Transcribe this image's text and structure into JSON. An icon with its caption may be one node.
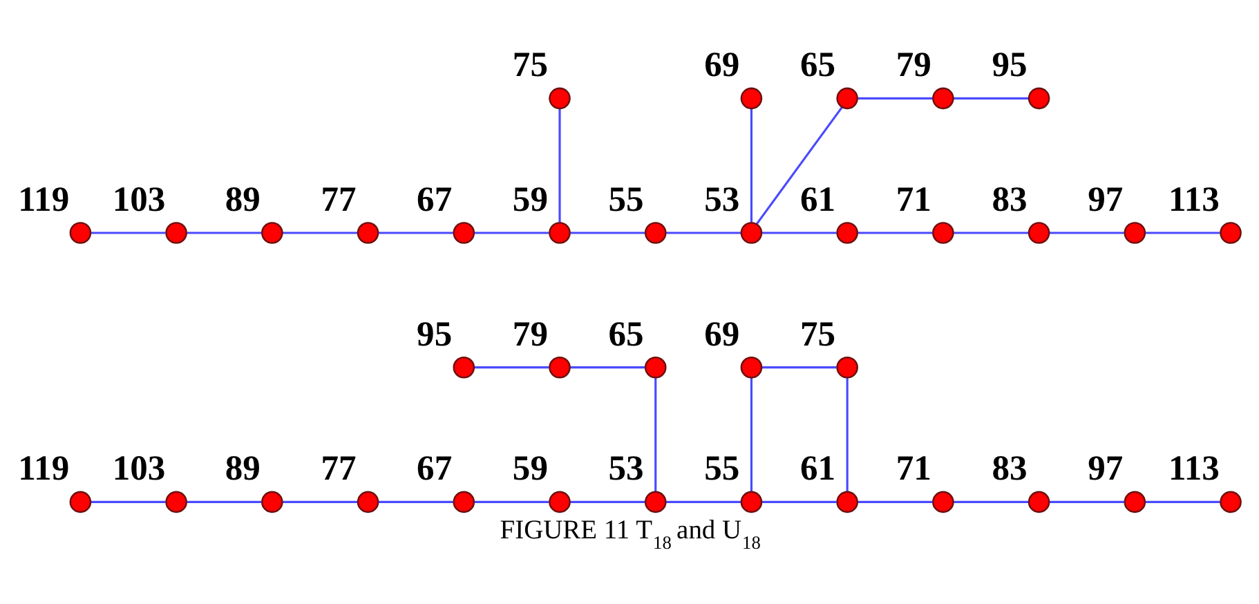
{
  "diagram": {
    "caption": "FIGURE 11 T$_{18}$ and U$_{18}$",
    "nodes": [
      {
        "text": [],
        "shape": "circle",
        "beside": [
          "75"
        ]
      },
      {
        "text": [],
        "shape": "circle",
        "beside": [
          "69"
        ]
      },
      {
        "text": [],
        "shape": "circle",
        "beside": [
          "65"
        ]
      },
      {
        "text": [],
        "shape": "circle",
        "beside": [
          "79"
        ]
      },
      {
        "text": [],
        "shape": "circle",
        "beside": [
          "95"
        ]
      },
      {
        "text": [],
        "shape": "circle",
        "beside": [
          "119"
        ]
      },
      {
        "text": [],
        "shape": "circle",
        "beside": [
          "103"
        ]
      },
      {
        "text": [],
        "shape": "circle",
        "beside": [
          "89"
        ]
      },
      {
        "text": [],
        "shape": "circle",
        "beside": [
          "77"
        ]
      },
      {
        "text": [],
        "shape": "circle",
        "beside": [
          "67"
        ]
      },
      {
        "text": [],
        "shape": "circle",
        "beside": [
          "59"
        ]
      },
      {
        "text": [],
        "shape": "circle",
        "beside": [
          "55"
        ]
      },
      {
        "text": [],
        "shape": "circle",
        "beside": [
          "53"
        ]
      },
      {
        "text": [],
        "shape": "circle",
        "beside": [
          "61"
        ]
      },
      {
        "text": [],
        "shape": "circle",
        "beside": [
          "71"
        ]
      },
      {
        "text": [],
        "shape": "circle",
        "beside": [
          "83"
        ]
      },
      {
        "text": [],
        "shape": "circle",
        "beside": [
          "97"
        ]
      },
      {
        "text": [],
        "shape": "circle",
        "beside": [
          "113"
        ]
      },
      {
        "text": [],
        "shape": "circle",
        "beside": [
          "95"
        ]
      },
      {
        "text": [],
        "shape": "circle",
        "beside": [
          "79"
        ]
      },
      {
        "text": [],
        "shape": "circle",
        "beside": [
          "65"
        ]
      },
      {
        "text": [],
        "shape": "circle",
        "beside": [
          "69"
        ]
      },
      {
        "text": [],
        "shape": "circle",
        "beside": [
          "75"
        ]
      },
      {
        "text": [],
        "shape": "circle",
        "beside": [
          "119"
        ]
      },
      {
        "text": [],
        "shape": "circle",
        "beside": [
          "103"
        ]
      },
      {
        "text": [],
        "shape": "circle",
        "beside": [
          "89"
        ]
      },
      {
        "text": [],
        "shape": "circle",
        "beside": [
          "77"
        ]
      },
      {
        "text": [],
        "shape": "circle",
        "beside": [
          "67"
        ]
      },
      {
        "text": [],
        "shape": "circle",
        "beside": [
          "59"
        ]
      },
      {
        "text": [],
        "shape": "circle",
        "beside": [
          "53"
        ]
      },
      {
        "text": [],
        "shape": "circle",
        "beside": [
          "55"
        ]
      },
      {
        "text": [],
        "shape": "circle",
        "beside": [
          "61"
        ]
      },
      {
        "text": [],
        "shape": "circle",
        "beside": [
          "71"
        ]
      },
      {
        "text": [],
        "shape": "circle",
        "beside": [
          "83"
        ]
      },
      {
        "text": [],
        "shape": "circle",
        "beside": [
          "97"
        ]
      },
      {
        "text": [],
        "shape": "circle",
        "beside": [
          "113"
        ]
      }
    ],
    "edges": [
      {
        "from": 0,
        "to": 10,
        "arrow": "none"
      },
      {
        "from": 1,
        "to": 12,
        "arrow": "none"
      },
      {
        "from": 2,
        "to": 12,
        "arrow": "none"
      },
      {
        "from": 2,
        "to": 3,
        "arrow": "none"
      },
      {
        "from": 3,
        "to": 4,
        "arrow": "none"
      },
      {
        "from": 5,
        "to": 6,
        "arrow": "none"
      },
      {
        "from": 6,
        "to": 7,
        "arrow": "none"
      },
      {
        "from": 7,
        "to": 8,
        "arrow": "none"
      },
      {
        "from": 8,
        "to": 9,
        "arrow": "none"
      },
      {
        "from": 9,
        "to": 10,
        "arrow": "none"
      },
      {
        "from": 10,
        "to": 11,
        "arrow": "none"
      },
      {
        "from": 11,
        "to": 12,
        "arrow": "none"
      },
      {
        "from": 12,
        "to": 13,
        "arrow": "none"
      },
      {
        "from": 13,
        "to": 14,
        "arrow": "none"
      },
      {
        "from": 14,
        "to": 15,
        "arrow": "none"
      },
      {
        "from": 15,
        "to": 16,
        "arrow": "none"
      },
      {
        "from": 16,
        "to": 17,
        "arrow": "none"
      },
      {
        "from": 18,
        "to": 19,
        "arrow": "none"
      },
      {
        "from": 19,
        "to": 20,
        "arrow": "none"
      },
      {
        "from": 20,
        "to": 29,
        "arrow": "none"
      },
      {
        "from": 21,
        "to": 30,
        "arrow": "none"
      },
      {
        "from": 21,
        "to": 22,
        "arrow": "none"
      },
      {
        "from": 22,
        "to": 31,
        "arrow": "none"
      },
      {
        "from": 23,
        "to": 24,
        "arrow": "none"
      },
      {
        "from": 24,
        "to": 25,
        "arrow": "none"
      },
      {
        "from": 25,
        "to": 26,
        "arrow": "none"
      },
      {
        "from": 26,
        "to": 27,
        "arrow": "none"
      },
      {
        "from": 27,
        "to": 28,
        "arrow": "none"
      },
      {
        "from": 28,
        "to": 29,
        "arrow": "none"
      },
      {
        "from": 29,
        "to": 30,
        "arrow": "none"
      },
      {
        "from": 30,
        "to": 31,
        "arrow": "none"
      },
      {
        "from": 31,
        "to": 32,
        "arrow": "none"
      },
      {
        "from": 32,
        "to": 33,
        "arrow": "none"
      },
      {
        "from": 33,
        "to": 34,
        "arrow": "none"
      },
      {
        "from": 34,
        "to": 35,
        "arrow": "none"
      }
    ]
  }
}
